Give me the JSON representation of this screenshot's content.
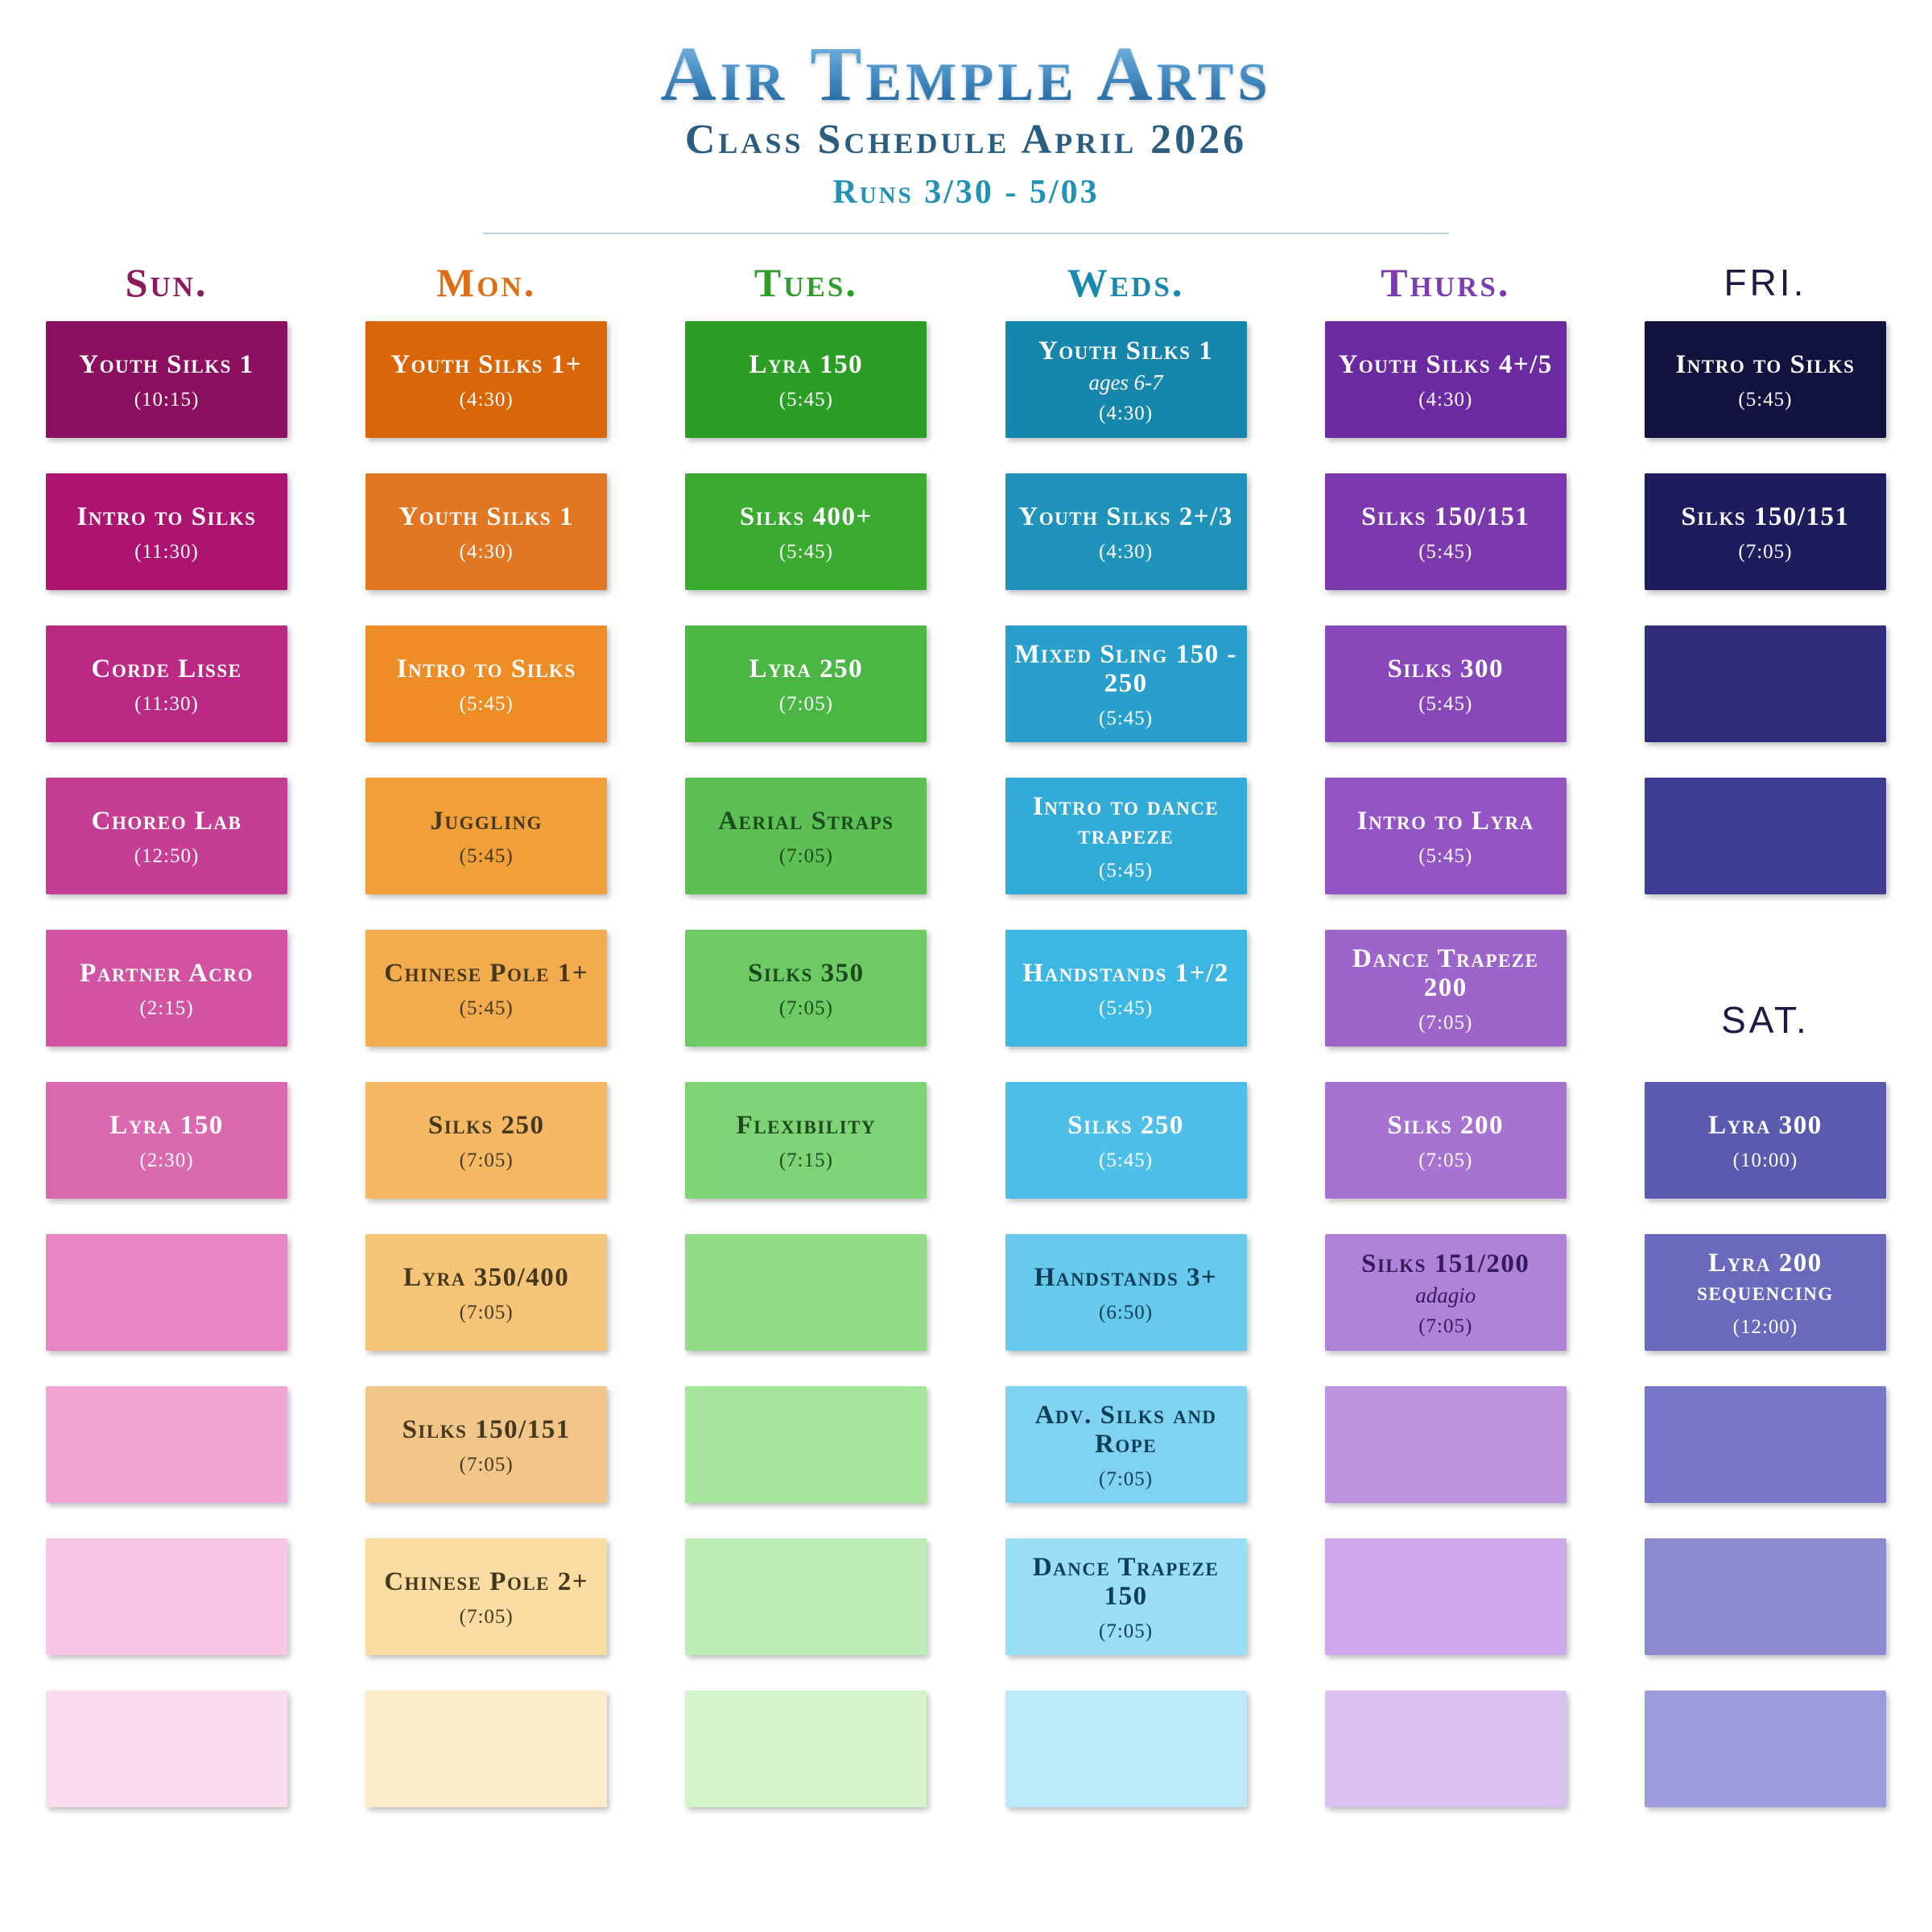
{
  "masthead": {
    "title": "Air Temple Arts",
    "subtitle": "Class Schedule April 2026",
    "runs": "Runs 3/30 - 5/03",
    "title_color_top": "#7FBCE8",
    "title_color_bottom": "#1D5C93",
    "subtitle_color": "#2A5D80",
    "runs_color": "#2191B5"
  },
  "columns": [
    {
      "id": "sun",
      "day": "Sun.",
      "header_style": "fancy",
      "header_color": "#8C1A5E",
      "cards": [
        {
          "name": "Youth Silks 1",
          "time": "(10:15)",
          "bg": "#8C0E5E",
          "text": "#FFFFFF"
        },
        {
          "name": "Intro to Silks",
          "time": "(11:30)",
          "bg": "#AD1370",
          "text": "#FFFFFF"
        },
        {
          "name": "Corde Lisse",
          "time": "(11:30)",
          "bg": "#BA2A84",
          "text": "#FFFFFF"
        },
        {
          "name": "Choreo Lab",
          "time": "(12:50)",
          "bg": "#C53E94",
          "text": "#FFFFFF"
        },
        {
          "name": "Partner Acro",
          "time": "(2:15)",
          "bg": "#D153A2",
          "text": "#FFFFFF"
        },
        {
          "name": "Lyra 150",
          "time": "(2:30)",
          "bg": "#DB69B0",
          "text": "#FFFFFF"
        },
        {
          "bg": "#E886C3"
        },
        {
          "bg": "#F0A5D3"
        },
        {
          "bg": "#F8C6E5"
        },
        {
          "bg": "#FADCEF"
        }
      ]
    },
    {
      "id": "mon",
      "day": "Mon.",
      "header_style": "fancy",
      "header_color": "#DE6E14",
      "cards": [
        {
          "name": "Youth Silks 1+",
          "time": "(4:30)",
          "bg": "#D96609",
          "text": "#FFFFFF"
        },
        {
          "name": "Youth Silks 1",
          "time": "(4:30)",
          "bg": "#E17722",
          "text": "#FFFFFF"
        },
        {
          "name": "Intro to Silks",
          "time": "(5:45)",
          "bg": "#EE8D26",
          "text": "#FFFFFF"
        },
        {
          "name": "Juggling",
          "time": "(5:45)",
          "bg": "#F09F39",
          "text": "#44391F"
        },
        {
          "name": "Chinese Pole 1+",
          "time": "(5:45)",
          "bg": "#F2AC4E",
          "text": "#44391F"
        },
        {
          "name": "Silks 250",
          "time": "(7:05)",
          "bg": "#F4B962",
          "text": "#44391F"
        },
        {
          "name": "Lyra 350/400",
          "time": "(7:05)",
          "bg": "#F6C477",
          "text": "#44391F"
        },
        {
          "name": "Silks 150/151",
          "time": "(7:05)",
          "bg": "#F2C689",
          "text": "#44391F"
        },
        {
          "name": "Chinese Pole 2+",
          "time": "(7:05)",
          "bg": "#F8DCA2",
          "text": "#44391F"
        },
        {
          "bg": "#FBEBC8"
        }
      ]
    },
    {
      "id": "tues",
      "day": "Tues.",
      "header_style": "fancy",
      "header_color": "#2D9E2A",
      "cards": [
        {
          "name": "Lyra 150",
          "time": "(5:45)",
          "bg": "#2B9E25",
          "text": "#FFFFFF"
        },
        {
          "name": "Silks 400+",
          "time": "(5:45)",
          "bg": "#3AAA31",
          "text": "#FFFFFF"
        },
        {
          "name": "Lyra 250",
          "time": "(7:05)",
          "bg": "#4BB644",
          "text": "#FFFFFF"
        },
        {
          "name": "Aerial Straps",
          "time": "(7:05)",
          "bg": "#5CC054",
          "text": "#1C4A1C"
        },
        {
          "name": "Silks 350",
          "time": "(7:05)",
          "bg": "#6DCA64",
          "text": "#1C4A1C"
        },
        {
          "name": "Flexibility",
          "time": "(7:15)",
          "bg": "#7ED376",
          "text": "#1C4A1C"
        },
        {
          "bg": "#92DC89"
        },
        {
          "bg": "#A7E59C"
        },
        {
          "bg": "#BDEDB2"
        },
        {
          "bg": "#D4F5CB"
        }
      ]
    },
    {
      "id": "weds",
      "day": "Weds.",
      "header_style": "fancy",
      "header_color": "#1A89B0",
      "cards": [
        {
          "name": "Youth Silks 1",
          "subtitle": "ages 6-7",
          "time": "(4:30)",
          "bg": "#1786AC",
          "text": "#FFFFFF"
        },
        {
          "name": "Youth Silks 2+/3",
          "time": "(4:30)",
          "bg": "#2093BB",
          "text": "#FFFFFF"
        },
        {
          "name": "Mixed Sling 150 - 250",
          "time": "(5:45)",
          "bg": "#29A0CB",
          "text": "#FFFFFF"
        },
        {
          "name": "Intro to dance trapeze",
          "time": "(5:45)",
          "bg": "#32ABD7",
          "text": "#FFFFFF"
        },
        {
          "name": "Handstands 1+/2",
          "time": "(5:45)",
          "bg": "#3CB7E4",
          "text": "#FFFFFF"
        },
        {
          "name": "Silks 250",
          "time": "(5:45)",
          "bg": "#4FBFE8",
          "text": "#FFFFFF"
        },
        {
          "name": "Handstands 3+",
          "time": "(6:50)",
          "bg": "#67C9EC",
          "text": "#0E3D57"
        },
        {
          "name": "Adv. Silks and Rope",
          "time": "(7:05)",
          "bg": "#80D3F0",
          "text": "#0E3D57"
        },
        {
          "name": "Dance Trapeze 150",
          "time": "(7:05)",
          "bg": "#9ADEF5",
          "text": "#0E3D57"
        },
        {
          "bg": "#BCEAFA"
        }
      ]
    },
    {
      "id": "thurs",
      "day": "Thurs.",
      "header_style": "fancy",
      "header_color": "#7B3CB1",
      "cards": [
        {
          "name": "Youth Silks 4+/5",
          "time": "(4:30)",
          "bg": "#6B2AA0",
          "text": "#FFFFFF"
        },
        {
          "name": "Silks 150/151",
          "time": "(5:45)",
          "bg": "#7C39AE",
          "text": "#FFFFFF"
        },
        {
          "name": "Silks 300",
          "time": "(5:45)",
          "bg": "#8948BA",
          "text": "#FFFFFF"
        },
        {
          "name": "Intro to Lyra",
          "time": "(5:45)",
          "bg": "#9355C3",
          "text": "#FFFFFF"
        },
        {
          "name": "Dance Trapeze 200",
          "time": "(7:05)",
          "bg": "#9D64CA",
          "text": "#FFFFFF"
        },
        {
          "name": "Silks 200",
          "time": "(7:05)",
          "bg": "#A773D1",
          "text": "#FFFFFF"
        },
        {
          "name": "Silks 151/200",
          "subtitle": "adagio",
          "time": "(7:05)",
          "bg": "#B183D8",
          "text": "#341B5D"
        },
        {
          "bg": "#BC94DF"
        },
        {
          "bg": "#CCA9EA"
        },
        {
          "bg": "#DCC2F2"
        }
      ]
    },
    {
      "id": "fri",
      "day": "FRI.",
      "header_style": "plain",
      "header_color": "#1A1A42",
      "cards": [
        {
          "name": "Intro to Silks",
          "time": "(5:45)",
          "bg": "#12123F",
          "text": "#FFFFFF"
        },
        {
          "name": "Silks 150/151",
          "time": "(7:05)",
          "bg": "#1D1D5E",
          "text": "#FFFFFF"
        },
        {
          "bg": "#2D2D7A"
        },
        {
          "bg": "#3D3D92"
        },
        {
          "type": "subheader",
          "label": "SAT.",
          "color": "#1A1A42"
        },
        {
          "name": "Lyra 300",
          "time": "(10:00)",
          "bg": "#5A5AAE",
          "text": "#FFFFFF"
        },
        {
          "name": "Lyra 200 sequencing",
          "time": "(12:00)",
          "bg": "#6A6ABC",
          "text": "#FFFFFF"
        },
        {
          "bg": "#7878C6"
        },
        {
          "bg": "#8A8AD0"
        },
        {
          "bg": "#9C9CDC"
        }
      ]
    }
  ]
}
